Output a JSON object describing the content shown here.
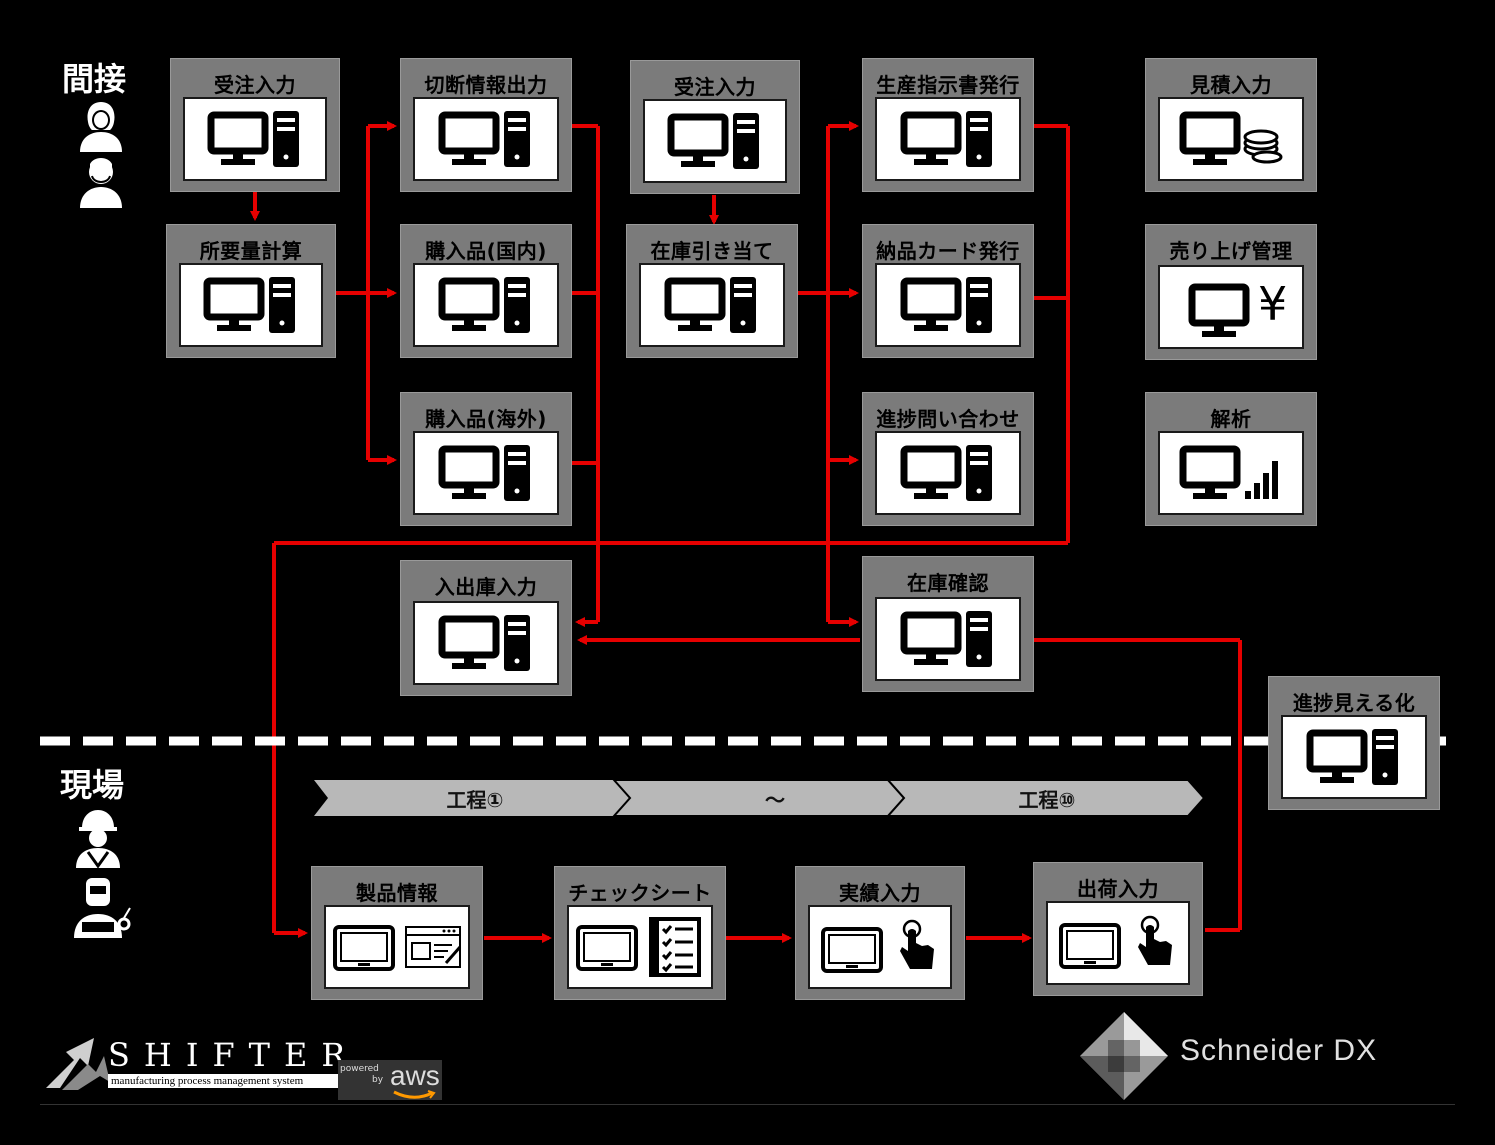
{
  "sections": {
    "office": "間接",
    "floor": "現場"
  },
  "office_boxes": {
    "order1": "受注入力",
    "requirement": "所要量計算",
    "cut_info": "切断情報出力",
    "purchase_domestic": "購入品(国内)",
    "purchase_overseas": "購入品(海外)",
    "order2": "受注入力",
    "stock_alloc": "在庫引き当て",
    "prod_instruction": "生産指示書発行",
    "delivery_card": "納品カード発行",
    "progress_inquiry": "進捗問い合わせ",
    "in_out": "入出庫入力",
    "stock_check": "在庫確認",
    "estimate": "見積入力",
    "sales": "売り上げ管理",
    "analysis": "解析",
    "visualize": "進捗見える化"
  },
  "floor_boxes": {
    "product_info": "製品情報",
    "checksheet": "チェックシート",
    "results": "実績入力",
    "shipping": "出荷入力"
  },
  "process_steps": [
    "工程①",
    "～",
    "工程⑩"
  ],
  "sales_symbol": "¥",
  "logos": {
    "shifter_word": "SHIFTER",
    "shifter_sub": "manufacturing process management system",
    "powered": "powered",
    "by": "by",
    "aws": "aws",
    "schneider": "Schneider DX"
  },
  "colors": {
    "arrow": "#e60000",
    "box": "#7b7b7b",
    "background": "#000000"
  }
}
